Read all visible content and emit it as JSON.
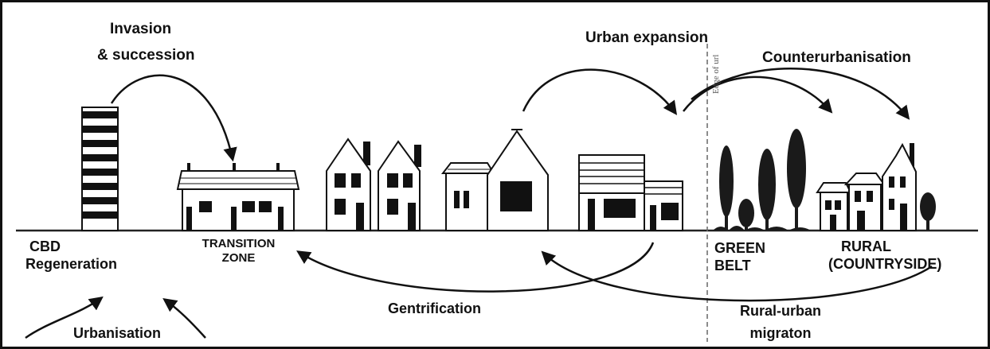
{
  "labels": {
    "invasion_line1": "Invasion",
    "invasion_line2": "& succession",
    "urban_expansion": "Urban expansion",
    "counterurbanisation": "Counterurbanisation",
    "cbd_line1": "CBD",
    "cbd_line2": "Regeneration",
    "transition_line1": "TRANSITION",
    "transition_line2": "ZONE",
    "green_line1": "GREEN",
    "green_line2": "BELT",
    "rural_line1": "RURAL",
    "rural_line2": "(COUNTRYSIDE)",
    "gentrification": "Gentrification",
    "rural_urban_line1": "Rural-urban",
    "rural_urban_line2": "migraton",
    "urbanisation": "Urbanisation",
    "edge_of_city": "Edge of url"
  },
  "colors": {
    "ink": "#111111",
    "ground": "#222222",
    "tree": "#1a1a1a"
  }
}
